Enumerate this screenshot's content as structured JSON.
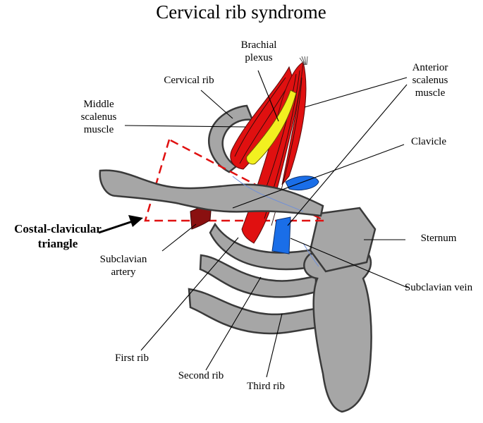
{
  "title": "Cervical rib syndrome",
  "labels": {
    "brachial_plexus_l1": "Brachial",
    "brachial_plexus_l2": "plexus",
    "cervical_rib": "Cervical rib",
    "anterior_scalenus_l1": "Anterior",
    "anterior_scalenus_l2": "scalenus",
    "anterior_scalenus_l3": "muscle",
    "middle_scalenus_l1": "Middle",
    "middle_scalenus_l2": "scalenus",
    "middle_scalenus_l3": "muscle",
    "clavicle": "Clavicle",
    "costal_clavicular_l1": "Costal-clavicular",
    "costal_clavicular_l2": "triangle",
    "sternum": "Sternum",
    "subclavian_artery_l1": "Subclavian",
    "subclavian_artery_l2": "artery",
    "subclavian_vein": "Subclavian vein",
    "first_rib": "First rib",
    "second_rib": "Second rib",
    "third_rib": "Third rib"
  },
  "colors": {
    "bone": "#a6a6a6",
    "muscle": "#e01010",
    "nerve": "#f2f020",
    "artery": "#8a1010",
    "vein": "#1a6ee8",
    "triangle_outline": "#e01010"
  }
}
